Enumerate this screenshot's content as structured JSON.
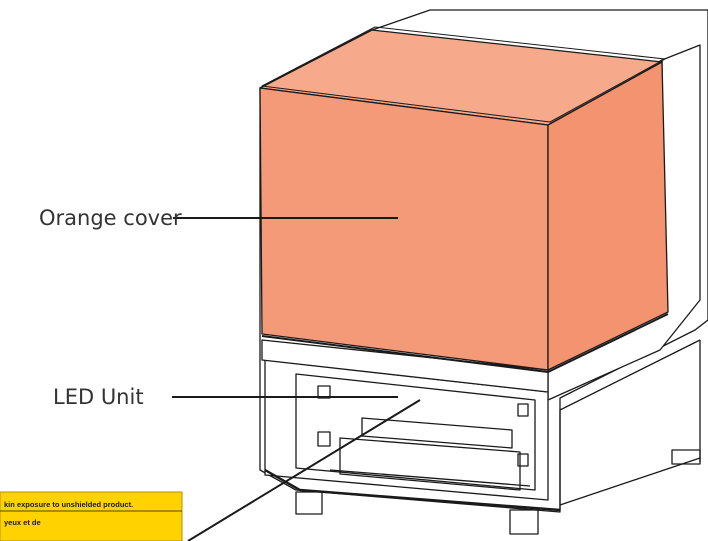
{
  "labels": {
    "orange_cover": "Orange cover",
    "led_unit": "LED  Unit"
  },
  "warning_label": {
    "line1": "kin exposure to unshielded product.",
    "line2": "yeux et de"
  },
  "colors": {
    "cover": "#F49A79",
    "warning": "#FFD200",
    "line": "#1a1a1a"
  }
}
